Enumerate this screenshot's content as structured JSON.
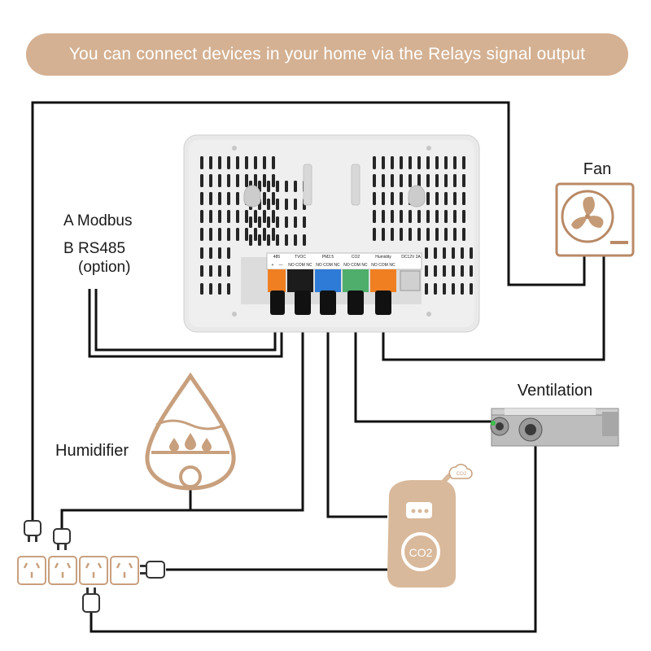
{
  "banner": {
    "text": "You can connect devices in your home via the Relays signal output"
  },
  "labels": {
    "fan": "Fan",
    "modbus": "A Modbus",
    "rs485": "B RS485",
    "option": "(option)",
    "ventilation": "Ventilation",
    "humidifier": "Humidifier",
    "co2_badge": "CO2",
    "co2_device": "CO2"
  },
  "terminals": {
    "groups": [
      "485",
      "TVOC",
      "PM2.5",
      "CO2",
      "Humidity",
      "DC12V 2A"
    ],
    "pins_485": [
      "+",
      "—"
    ],
    "pins_relay": [
      "NO",
      "COM",
      "NC"
    ]
  },
  "colors": {
    "banner": "#d4b192",
    "accent_brown": "#b98a66",
    "device_fill": "#d9b99b",
    "panel_gray": "#e6e6e6",
    "wire": "#111111",
    "terminal_orange": "#f07f22",
    "terminal_black": "#1c1c1c",
    "terminal_blue": "#2d7bd6",
    "terminal_green": "#4fae6c"
  }
}
